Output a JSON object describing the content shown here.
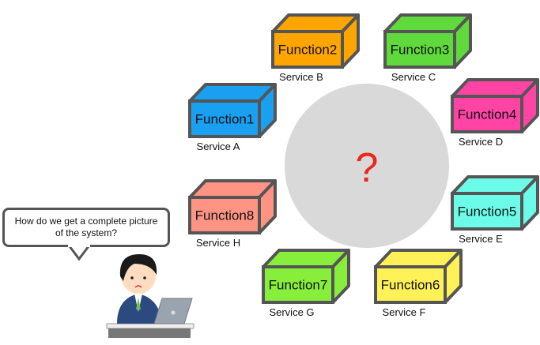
{
  "center": {
    "symbol": "?",
    "circle_color": "#d9d9d9",
    "symbol_color": "#e8281c"
  },
  "speech_bubble": {
    "text": "How do we get a complete picture of the system?"
  },
  "services": [
    {
      "function": "Function1",
      "service": "Service A",
      "color": "#1aa0f0"
    },
    {
      "function": "Function2",
      "service": "Service B",
      "color": "#ffa500"
    },
    {
      "function": "Function3",
      "service": "Service C",
      "color": "#5fd93c"
    },
    {
      "function": "Function4",
      "service": "Service D",
      "color": "#ff44a6"
    },
    {
      "function": "Function5",
      "service": "Service E",
      "color": "#6cfbe8"
    },
    {
      "function": "Function6",
      "service": "Service F",
      "color": "#fff157"
    },
    {
      "function": "Function7",
      "service": "Service G",
      "color": "#88ee3c"
    },
    {
      "function": "Function8",
      "service": "Service H",
      "color": "#ff9484"
    }
  ]
}
